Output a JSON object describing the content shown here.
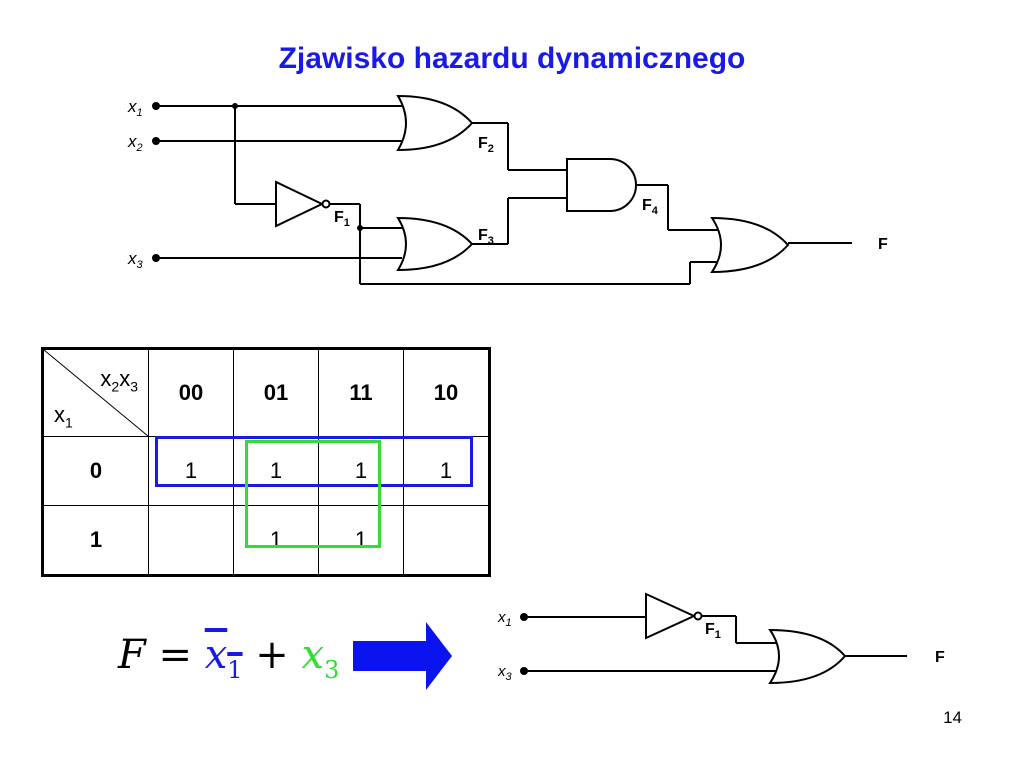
{
  "slide": {
    "title": "Zjawisko hazardu dynamicznego",
    "page_number": "14"
  },
  "circuit_top": {
    "inputs": [
      {
        "name": "x",
        "sub": "1"
      },
      {
        "name": "x",
        "sub": "2"
      },
      {
        "name": "x",
        "sub": "3"
      }
    ],
    "nodes": [
      {
        "name": "F",
        "sub": "1"
      },
      {
        "name": "F",
        "sub": "2"
      },
      {
        "name": "F",
        "sub": "3"
      },
      {
        "name": "F",
        "sub": "4"
      }
    ],
    "output": "F"
  },
  "kmap": {
    "col_var_main": "x",
    "col_var_sub1": "2",
    "col_var_sub2": "3",
    "row_var_main": "x",
    "row_var_sub": "1",
    "columns": [
      "00",
      "01",
      "11",
      "10"
    ],
    "rows": [
      {
        "label": "0",
        "cells": [
          "1",
          "1",
          "1",
          "1"
        ]
      },
      {
        "label": "1",
        "cells": [
          "",
          "1",
          "1",
          ""
        ]
      }
    ],
    "group_colors": {
      "row_group": "#1a1ae6",
      "column_group": "#33dd33"
    }
  },
  "formula": {
    "lhs": "F",
    "eq": "=",
    "term1_var": "x",
    "term1_sub": "1",
    "plus": "+",
    "term2_var": "x",
    "term2_sub": "3"
  },
  "circuit_bottom": {
    "inputs": [
      {
        "name": "x",
        "sub": "1"
      },
      {
        "name": "x",
        "sub": "3"
      }
    ],
    "node": {
      "name": "F",
      "sub": "1"
    },
    "output": "F"
  },
  "colors": {
    "title": "#1a1ae6",
    "arrow": "#0a14ee"
  }
}
